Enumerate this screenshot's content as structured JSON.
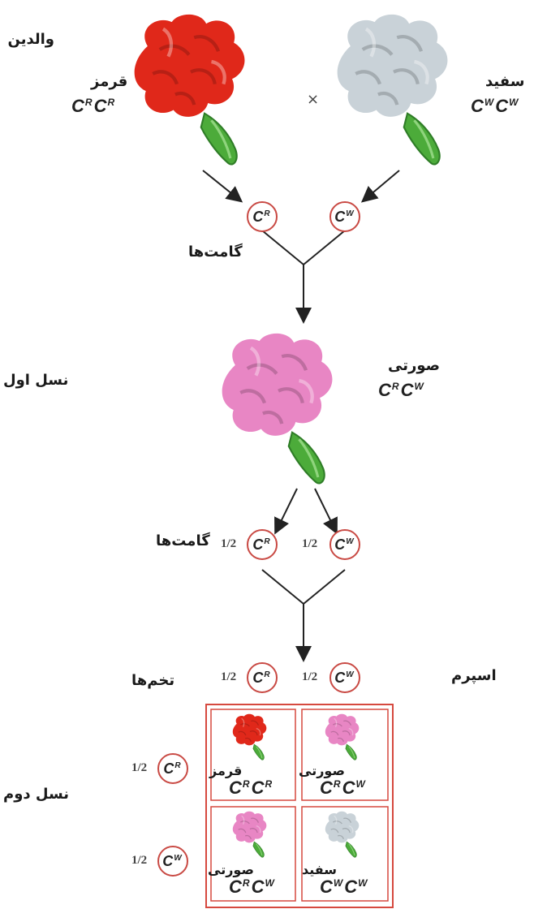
{
  "labels": {
    "parents": "والدین",
    "f1": "نسل اول",
    "f2": "نسل دوم",
    "gametes_1": "گامت‌ها",
    "gametes_2": "گامت‌ها",
    "eggs": "تخم‌ها",
    "sperm": "اسپرم",
    "cross": "×"
  },
  "parents": {
    "red": {
      "phenotype": "قرمز",
      "genotype": [
        "C",
        "R",
        "C",
        "R"
      ]
    },
    "white": {
      "phenotype": "سفید",
      "genotype": [
        "C",
        "W",
        "C",
        "W"
      ]
    }
  },
  "f1": {
    "phenotype": "صورتی",
    "genotype": [
      "C",
      "R",
      "C",
      "W"
    ]
  },
  "gametes_row1": [
    {
      "allele": "C",
      "sup": "R"
    },
    {
      "allele": "C",
      "sup": "W"
    }
  ],
  "gametes_row2": [
    {
      "frac": "1/2",
      "allele": "C",
      "sup": "R"
    },
    {
      "frac": "1/2",
      "allele": "C",
      "sup": "W"
    }
  ],
  "punnett": {
    "sperm": [
      {
        "frac": "1/2",
        "allele": "C",
        "sup": "R"
      },
      {
        "frac": "1/2",
        "allele": "C",
        "sup": "W"
      }
    ],
    "eggs": [
      {
        "frac": "1/2",
        "allele": "C",
        "sup": "R"
      },
      {
        "frac": "1/2",
        "allele": "C",
        "sup": "W"
      }
    ],
    "cells": [
      {
        "phenotype": "قرمز",
        "genotype": [
          "C",
          "R",
          "C",
          "R"
        ]
      },
      {
        "phenotype": "صورتی",
        "genotype": [
          "C",
          "R",
          "C",
          "W"
        ]
      },
      {
        "phenotype": "صورتی",
        "genotype": [
          "C",
          "R",
          "C",
          "W"
        ]
      },
      {
        "phenotype": "سفید",
        "genotype": [
          "C",
          "W",
          "C",
          "W"
        ]
      }
    ]
  },
  "colors": {
    "red": "#e0281a",
    "white": "#c9d2d8",
    "pink": "#e886c4",
    "leaf": "#4cab3a",
    "grid": "#d6493f"
  }
}
